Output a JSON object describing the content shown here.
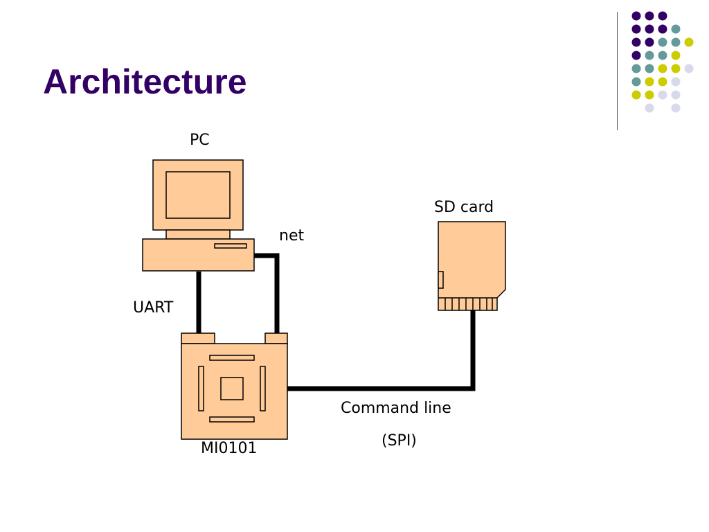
{
  "slide": {
    "title": "Architecture"
  },
  "labels": {
    "pc": "PC",
    "net": "net",
    "uart": "UART",
    "sd_card": "SD card",
    "mcu": "MI0101",
    "command_line": "Command line",
    "spi": "(SPI)"
  },
  "colors": {
    "title": "#330066",
    "device_fill": "#FFCC99",
    "outline": "#000000",
    "dot_purple": "#330066",
    "dot_teal": "#669999",
    "dot_yellow": "#CCCC00",
    "dot_lavender": "#D9D9EC"
  }
}
